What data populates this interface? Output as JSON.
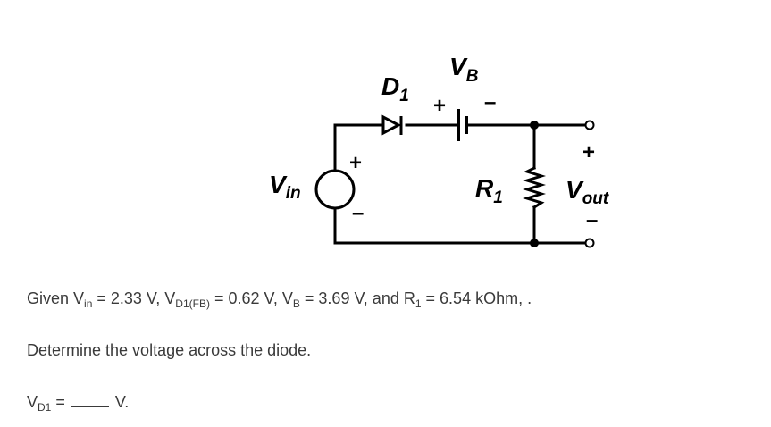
{
  "circuit": {
    "vb_label_main": "V",
    "vb_label_sub": "B",
    "d1_label_main": "D",
    "d1_label_sub": "1",
    "r1_label_main": "R",
    "r1_label_sub": "1",
    "vin_label_main": "V",
    "vin_label_sub": "in",
    "vout_label_main": "V",
    "vout_label_sub": "out",
    "plus": "+",
    "minus": "–"
  },
  "given": {
    "prefix": "Given V",
    "vin_sub": "in",
    "vin_val": " = 2.33 V, V",
    "vd_sub": "D1(FB)",
    "vd_val": " = 0.62 V, V",
    "vb_sub": "B",
    "vb_val": " = 3.69 V, and R",
    "r1_sub": "1",
    "r1_val": " = 6.54 kOhm, ."
  },
  "question": "Determine the voltage across the diode.",
  "answer": {
    "prefix": "V",
    "sub": "D1",
    "eq": " = ",
    "unit": " V."
  }
}
